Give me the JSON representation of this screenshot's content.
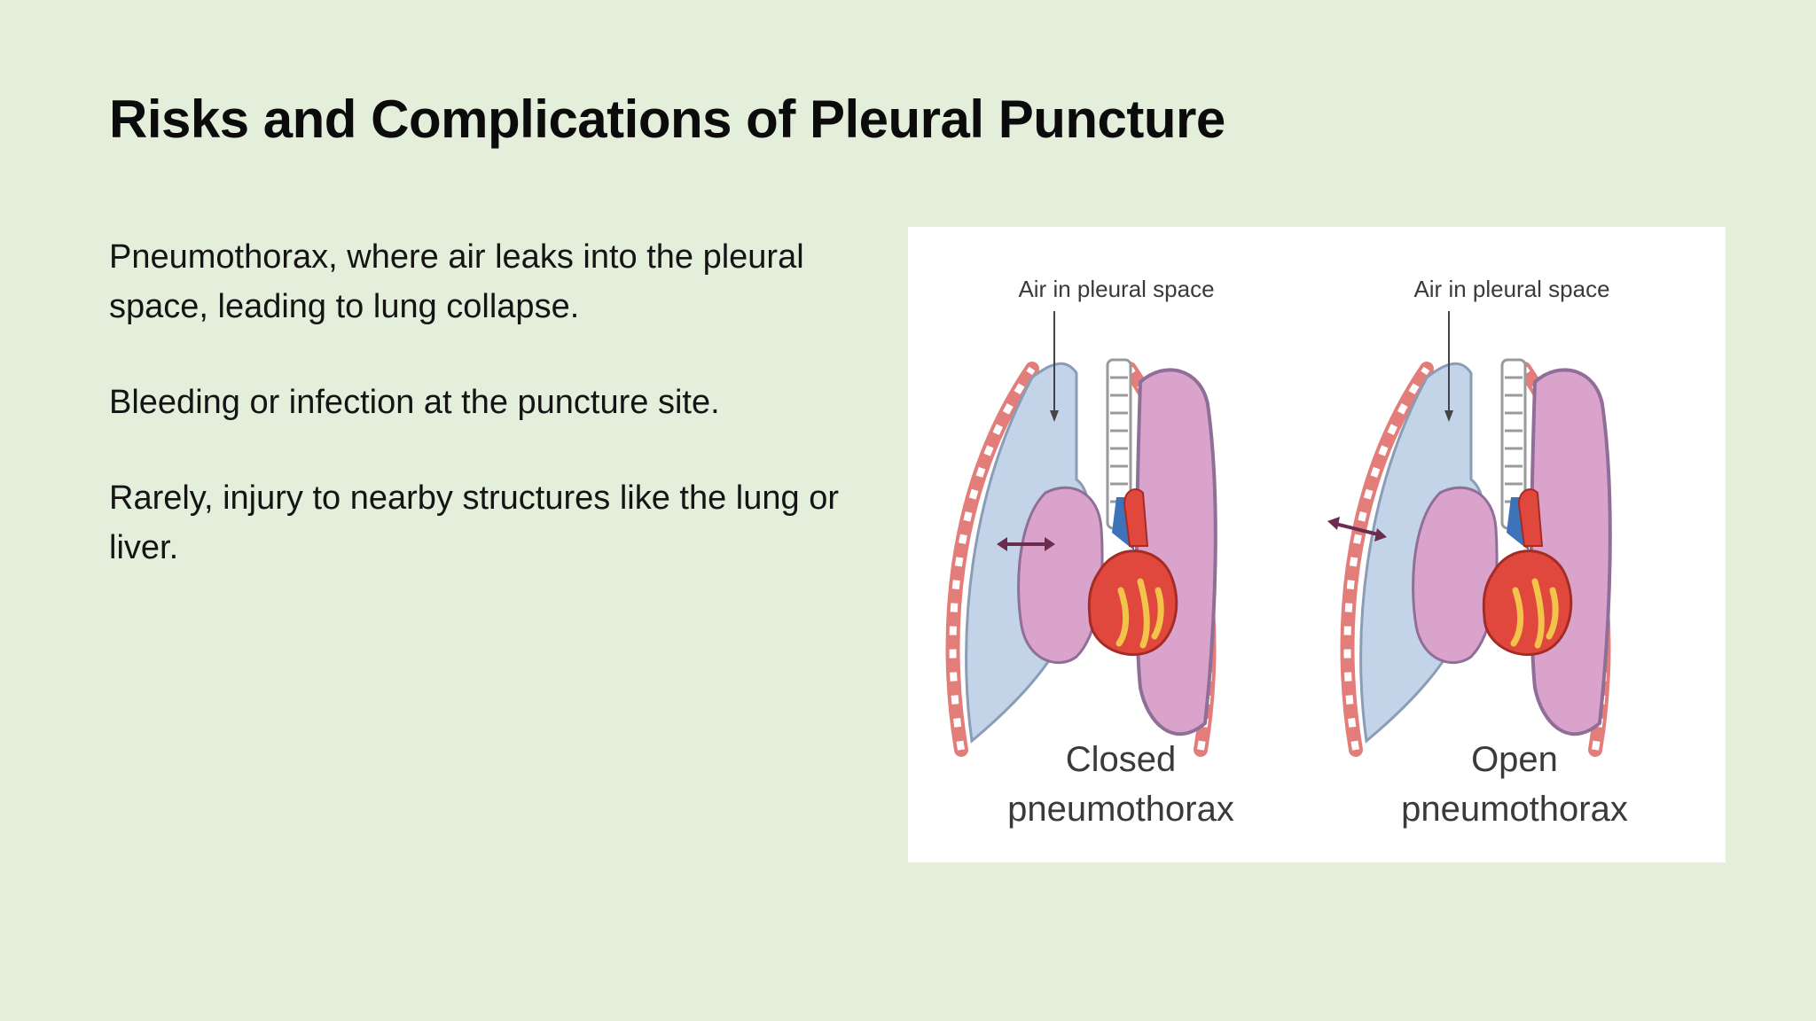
{
  "slide": {
    "title": "Risks and Complications of Pleural Puncture",
    "bullets": [
      "Pneumothorax, where air leaks into the pleural space, leading to lung collapse.",
      "Bleeding or infection at the puncture site.",
      "Rarely, injury to nearby structures like the lung or liver."
    ]
  },
  "figure": {
    "panels": [
      {
        "annotation": "Air in pleural space",
        "caption_line1": "Closed",
        "caption_line2": "pneumothorax"
      },
      {
        "annotation": "Air in pleural space",
        "caption_line1": "Open",
        "caption_line2": "pneumothorax"
      }
    ],
    "colors": {
      "pleural_air": "#c3d3e8",
      "lung": "#d9a3cc",
      "lung_outline": "#8f6f98",
      "rib": "#e37d7a",
      "heart": "#e0483e",
      "arrow": "#6b2c4e"
    }
  }
}
